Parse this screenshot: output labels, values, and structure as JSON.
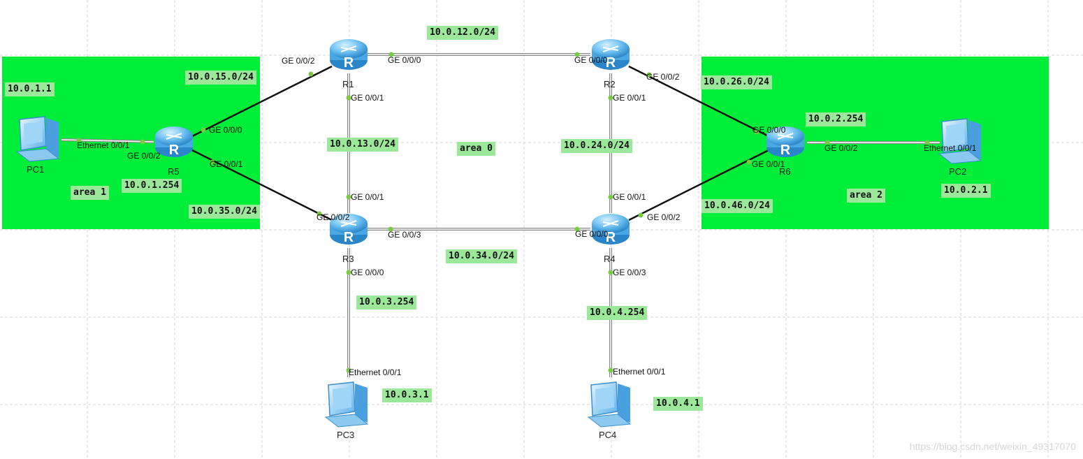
{
  "areas": {
    "area0": "area 0",
    "area1": "area 1",
    "area2": "area 2"
  },
  "devices": {
    "r1": "R1",
    "r2": "R2",
    "r3": "R3",
    "r4": "R4",
    "r5": "R5",
    "r6": "R6",
    "pc1": "PC1",
    "pc2": "PC2",
    "pc3": "PC3",
    "pc4": "PC4"
  },
  "networks": {
    "n12": "10.0.12.0/24",
    "n13": "10.0.13.0/24",
    "n15": "10.0.15.0/24",
    "n24": "10.0.24.0/24",
    "n26": "10.0.26.0/24",
    "n34": "10.0.34.0/24",
    "n35": "10.0.35.0/24",
    "n46": "10.0.46.0/24"
  },
  "addresses": {
    "pc1_ip": "10.0.1.1",
    "r5_gw": "10.0.1.254",
    "pc2_ip": "10.0.2.1",
    "r6_gw": "10.0.2.254",
    "pc3_ip": "10.0.3.1",
    "r3_gw": "10.0.3.254",
    "pc4_ip": "10.0.4.1",
    "r4_gw": "10.0.4.254"
  },
  "ports": {
    "r1_ge002": "GE 0/0/2",
    "r1_ge000": "GE 0/0/0",
    "r1_ge001": "GE 0/0/1",
    "r2_ge000": "GE 0/0/0",
    "r2_ge002": "GE 0/0/2",
    "r2_ge001": "GE 0/0/1",
    "r3_ge001": "GE 0/0/1",
    "r3_ge002": "GE 0/0/2",
    "r3_ge003": "GE 0/0/3",
    "r3_ge000": "GE 0/0/0",
    "r4_ge001": "GE 0/0/1",
    "r4_ge000": "GE 0/0/0",
    "r4_ge002": "GE 0/0/2",
    "r4_ge003": "GE 0/0/3",
    "r5_ge000": "GE 0/0/0",
    "r5_ge001": "GE 0/0/1",
    "r5_ge002": "GE 0/0/2",
    "r6_ge000": "GE 0/0/0",
    "r6_ge001": "GE 0/0/1",
    "r6_ge002": "GE 0/0/2",
    "pc1_eth": "Ethernet 0/0/1",
    "pc2_eth": "Ethernet 0/0/1",
    "pc3_eth": "Ethernet 0/0/1",
    "pc4_eth": "Ethernet 0/0/1"
  },
  "watermark": "https://blog.csdn.net/weixin_49317070",
  "colors": {
    "area_fill": "#00ee3a",
    "label_bg": "#9be89b",
    "router": "#5ab8ef",
    "port_dot": "#7ac943"
  }
}
